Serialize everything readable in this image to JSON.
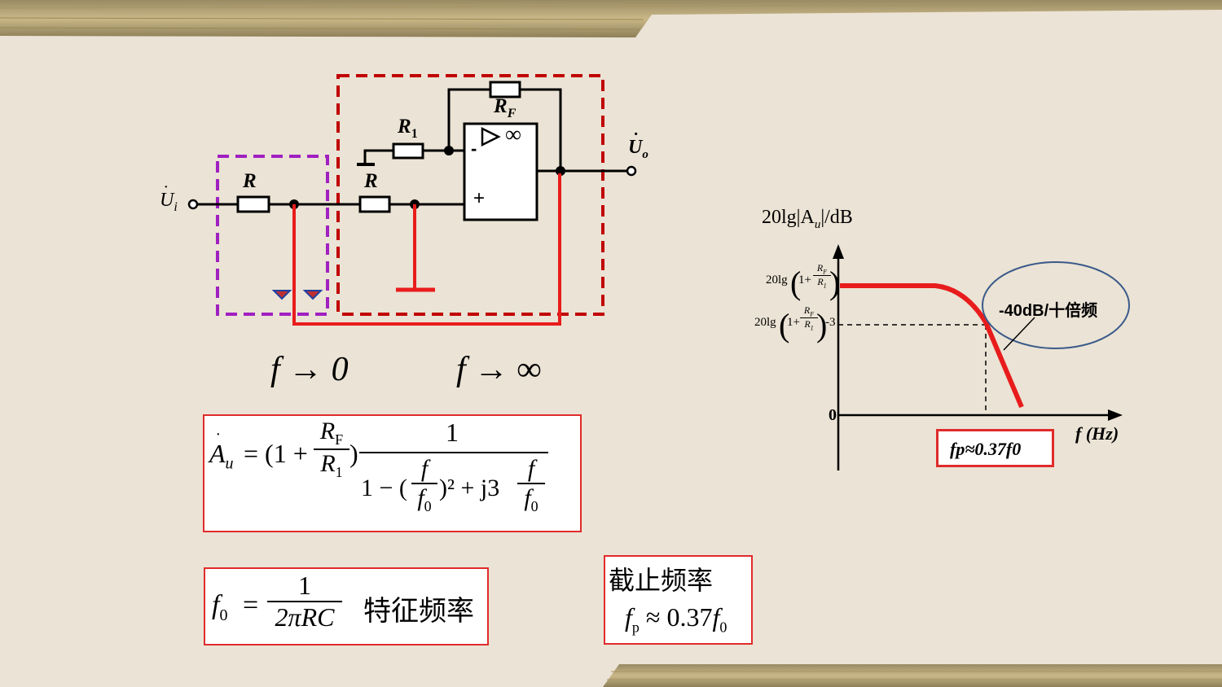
{
  "circuit": {
    "input_label": "U",
    "input_sub": "i",
    "output_label": "U",
    "output_sub": "o",
    "r_input": "R",
    "r_second": "R",
    "r1": "R",
    "r1_sub": "1",
    "rf": "R",
    "rf_sub": "F",
    "opamp_inf": "∞",
    "opamp_minus": "-",
    "opamp_plus": "+"
  },
  "limits": {
    "low": "f → 0",
    "high": "f → ∞"
  },
  "formula_au": {
    "lhs": "A",
    "lhs_sub": "u",
    "eq": "= (1 +",
    "rf": "R",
    "rf_sub": "F",
    "r1": "R",
    "r1_sub": "1",
    "close": ")",
    "num": "1",
    "den_a": "1 − (",
    "f": "f",
    "f0": "f",
    "f0_sub": "0",
    "den_b": ")² + j3"
  },
  "formula_f0": {
    "lhs": "f",
    "lhs_sub": "0",
    "eq": "=",
    "num": "1",
    "den": "2πRC",
    "label": "特征频率"
  },
  "cutoff": {
    "title": "截止频率",
    "expr": "f",
    "expr_sub": "p",
    "approx": "≈ 0.37",
    "f0": "f",
    "f0_sub": "0"
  },
  "bode": {
    "ylabel": "20lg|A",
    "ylabel_sub": "u",
    "ylabel_end": "|/dB",
    "level1_pre": "20lg",
    "level1_mid": "1+",
    "level2_pre": "20lg",
    "level2_mid": "1+",
    "level2_post": "-3",
    "frac_num": "R",
    "frac_num_sub": "F",
    "frac_den": "R",
    "frac_den_sub": "1",
    "zero": "0",
    "xlabel": "f (Hz)",
    "slope": "-40dB/十倍频",
    "fp_label": "fp≈0.37f0"
  },
  "colors": {
    "background": "#ebe3d5",
    "red": "#e81c1c",
    "purple": "#a020c0",
    "darkred": "#c00000",
    "ellipse": "#3a5a8a"
  }
}
